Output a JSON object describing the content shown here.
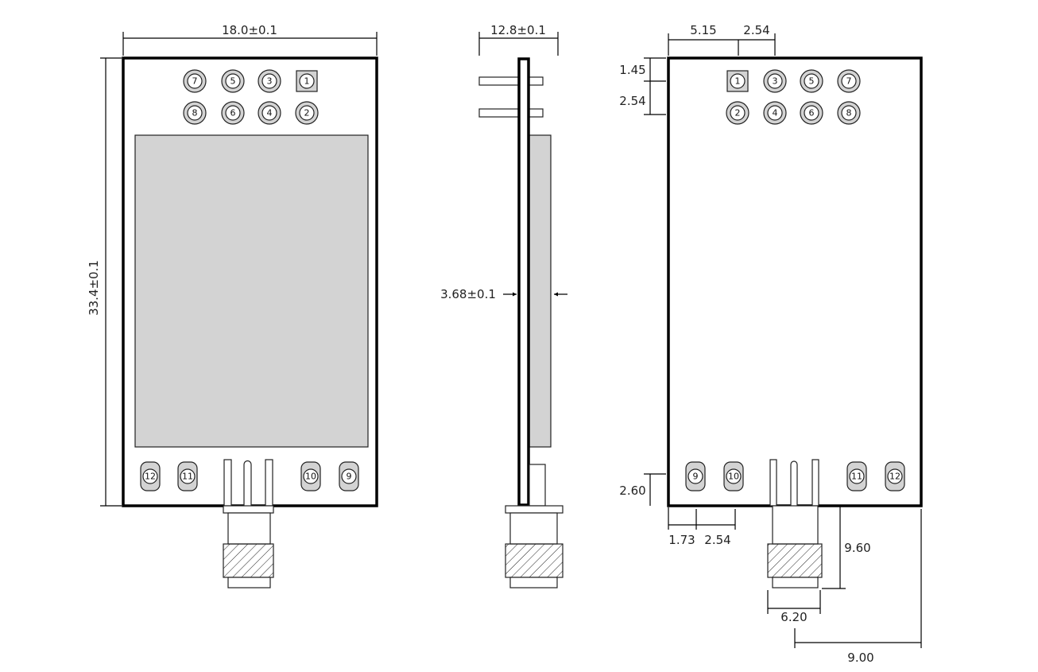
{
  "front_view": {
    "width_dim": "18.0±0.1",
    "height_dim": "33.4±0.1",
    "top_pins_row1": [
      "7",
      "5",
      "3",
      "1"
    ],
    "top_pins_row2": [
      "8",
      "6",
      "4",
      "2"
    ],
    "bottom_pins": [
      "12",
      "11",
      "10",
      "9"
    ]
  },
  "side_view": {
    "width_dim": "12.8±0.1",
    "thickness_dim": "3.68±0.1"
  },
  "back_view": {
    "top_pins_row1": [
      "1",
      "3",
      "5",
      "7"
    ],
    "top_pins_row2": [
      "2",
      "4",
      "6",
      "8"
    ],
    "bottom_pins": [
      "9",
      "10",
      "11",
      "12"
    ],
    "dims": {
      "pin1_x": "5.15",
      "pitch_x": "2.54",
      "pin1_y": "1.45",
      "pitch_y": "2.54",
      "bottom_pin_y": "2.60",
      "bottom_pin_x": "1.73",
      "bottom_pitch": "2.54",
      "connector_length": "9.60",
      "connector_width": "6.20",
      "connector_offset": "9.00"
    }
  }
}
